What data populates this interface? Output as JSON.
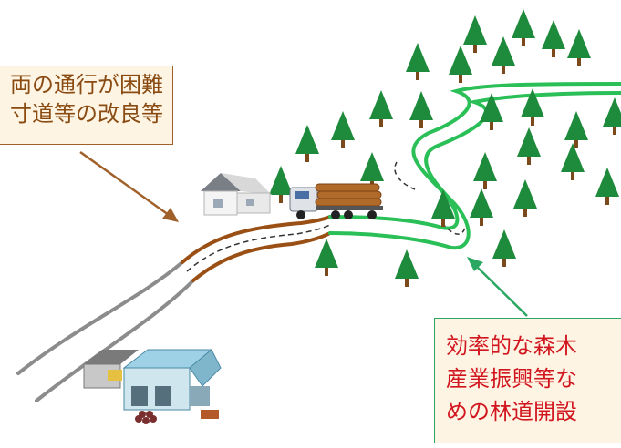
{
  "callouts": {
    "brown": {
      "lines": [
        "両の通行が困難",
        "寸道等の改良等"
      ],
      "border_color": "#a0602a",
      "text_color": "#8a4b12"
    },
    "green": {
      "lines": [
        "効率的な森木",
        "産業振興等な",
        "めの林道開設"
      ],
      "border_color": "#2aa760",
      "text_color": "#d2161f"
    }
  },
  "colors": {
    "tree": "#1e8a3c",
    "trunk": "#7a4a1c",
    "improved_road": "#9a4f15",
    "new_forest_road": "#2bbf57",
    "existing_road": "#8c8c8c",
    "background": "#ffffff"
  },
  "icons": [
    "house-icon",
    "log-truck-icon",
    "sawmill-icon",
    "tree-icon"
  ]
}
